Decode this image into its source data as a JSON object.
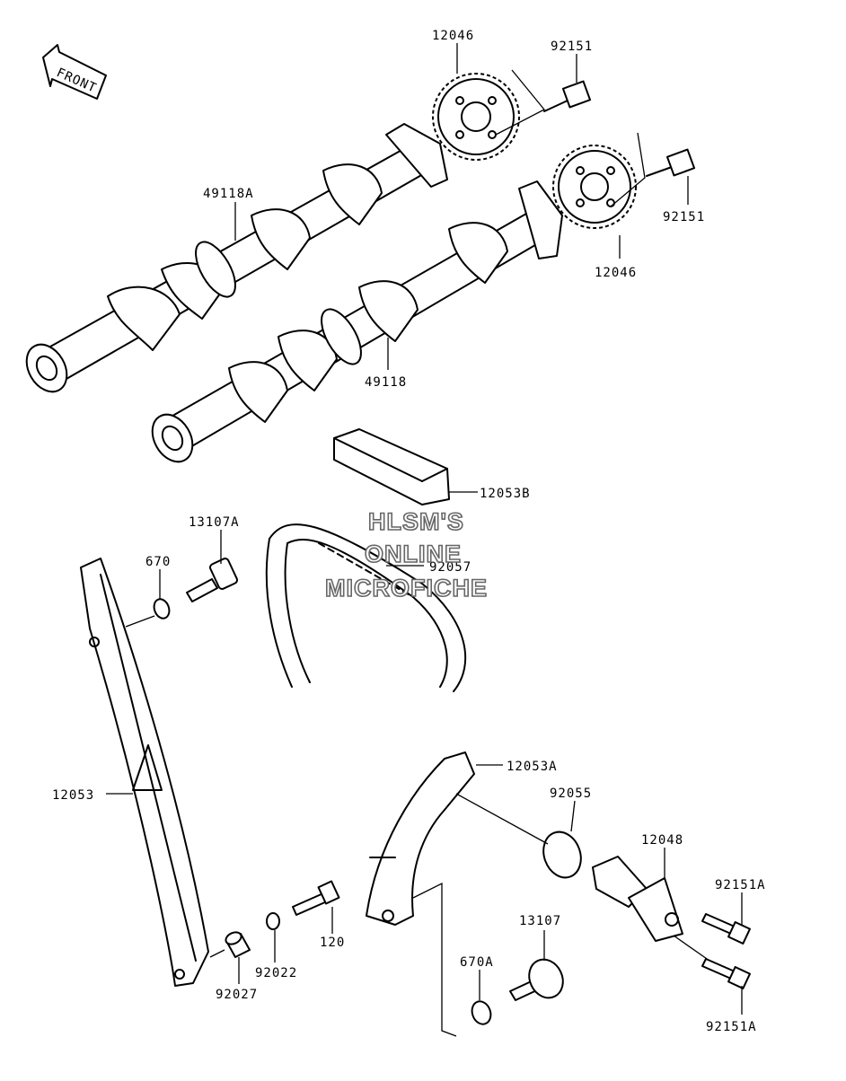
{
  "front_arrow_label": "FRONT",
  "watermark": {
    "line1": "HLSM'S",
    "line2": "ONLINE",
    "line3": "MICROFICHE"
  },
  "part_labels": {
    "sprocket_upper": "12046",
    "bolt_upper": "92151",
    "bolt_lower": "92151",
    "sprocket_lower": "12046",
    "camshaft_upper": "49118A",
    "camshaft_lower": "49118",
    "guide_upper": "12053B",
    "bolt_13107a": "13107A",
    "oring_670": "670",
    "chain": "92057",
    "guide_tensioner_side": "12053",
    "guide_lower": "12053A",
    "oring_92055": "92055",
    "tensioner": "12048",
    "bolt_tensioner_1": "92151A",
    "bolt_tensioner_2": "92151A",
    "bolt_120": "120",
    "washer": "92022",
    "collar": "92027",
    "bolt_13107": "13107",
    "oring_670a": "670A"
  }
}
